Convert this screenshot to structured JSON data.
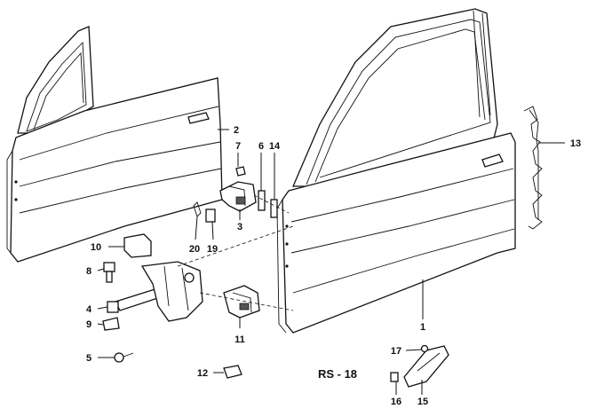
{
  "diagram": {
    "callouts": [
      "1",
      "2",
      "3",
      "4",
      "5",
      "6",
      "7",
      "8",
      "9",
      "10",
      "11",
      "12",
      "13",
      "14",
      "15",
      "16",
      "17",
      "19",
      "20"
    ],
    "code": "RS - 18"
  }
}
